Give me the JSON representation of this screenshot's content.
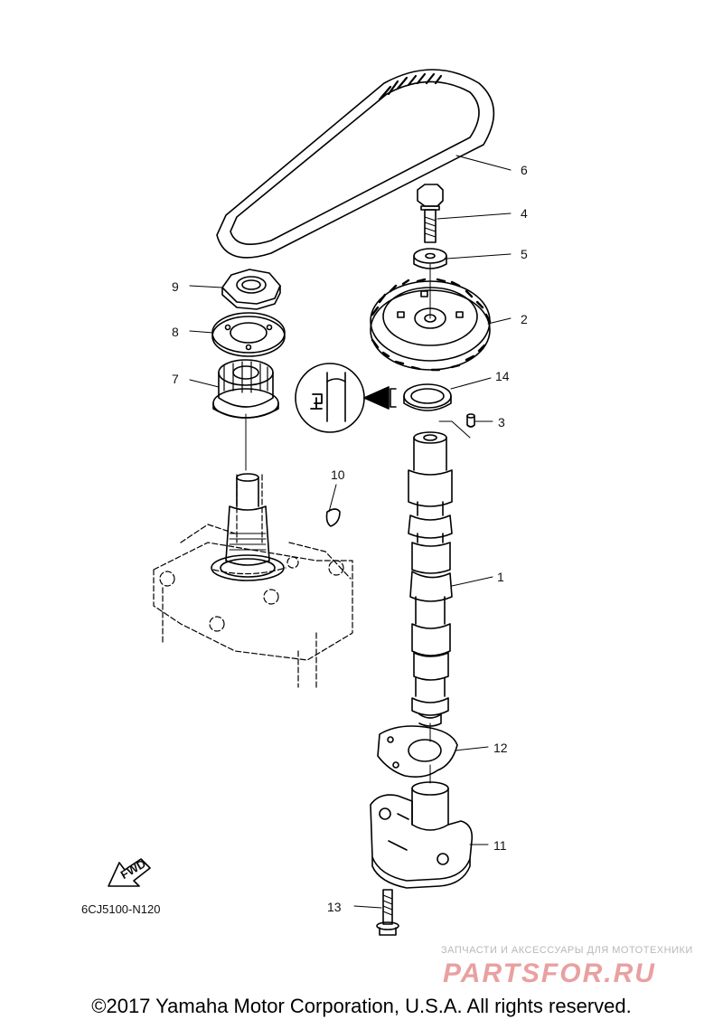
{
  "callouts": {
    "c1": "1",
    "c2": "2",
    "c3": "3",
    "c4": "4",
    "c5": "5",
    "c6": "6",
    "c7": "7",
    "c8": "8",
    "c9": "9",
    "c10": "10",
    "c11": "11",
    "c12": "12",
    "c13": "13",
    "c14": "14"
  },
  "fwd_label": "FWD",
  "diagram_code": "6CJ5100-N120",
  "copyright": "©2017 Yamaha Motor Corporation, U.S.A. All rights reserved.",
  "watermark": {
    "tagline": "ЗАПЧАСТИ И АКСЕССУАРЫ ДЛЯ МОТОТЕХНИКИ",
    "brand": "PARTSFOR.RU"
  }
}
